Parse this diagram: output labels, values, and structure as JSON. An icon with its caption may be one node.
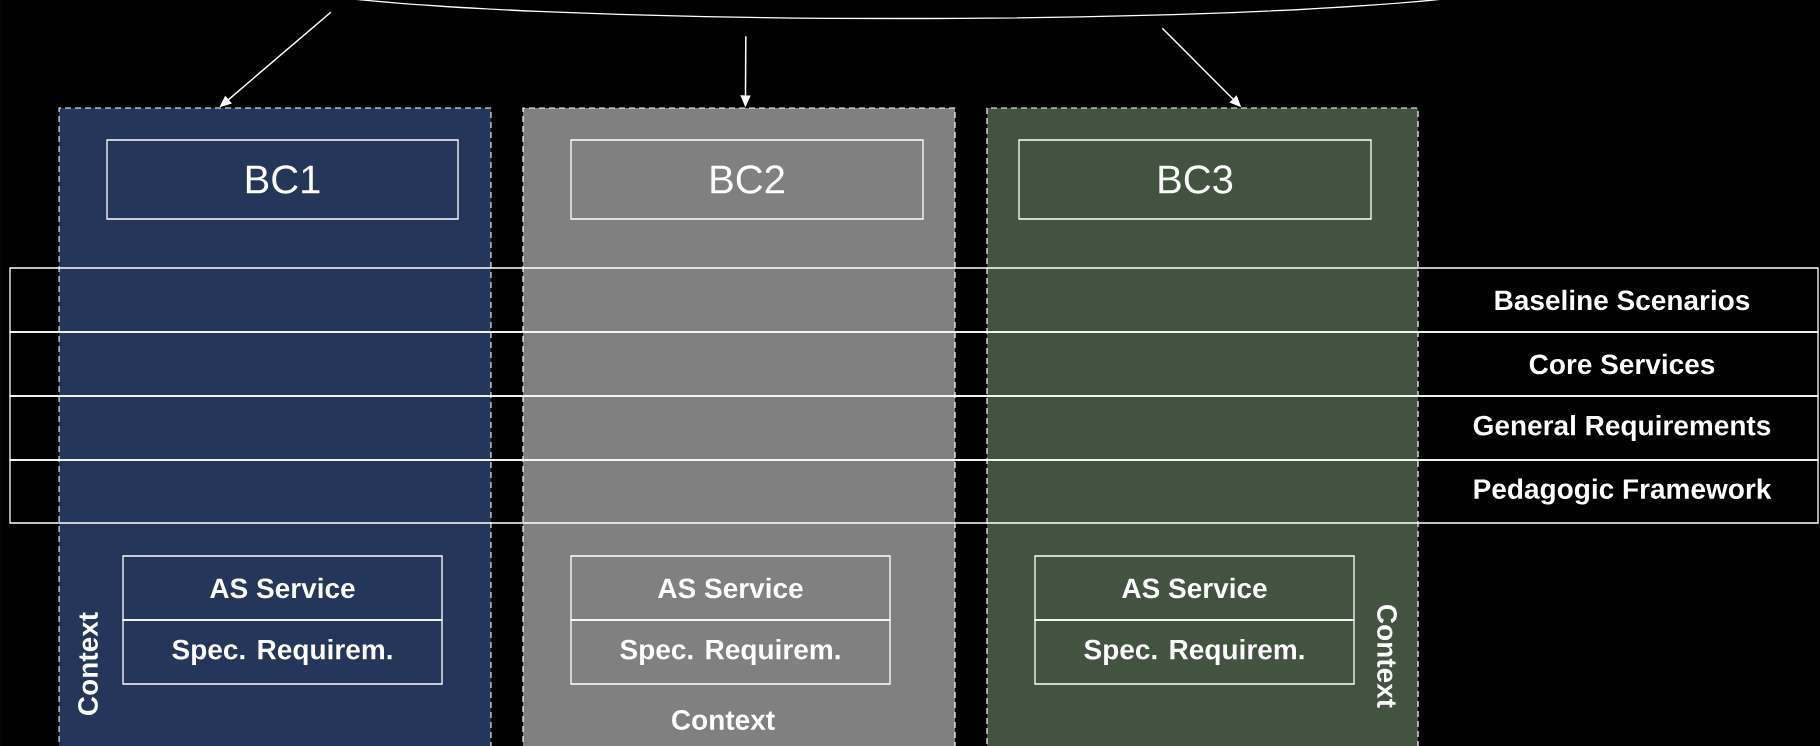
{
  "diagram": {
    "nodes": [
      {
        "text": [],
        "shape": "arc"
      },
      {
        "text": [
          "Context"
        ]
      },
      {
        "text": [
          "BC1"
        ],
        "in": 1
      },
      {
        "text": [
          "AS Service"
        ],
        "in": 1
      },
      {
        "text": [
          "Spec. Requirem."
        ],
        "in": 1
      },
      {
        "text": [
          "Context"
        ]
      },
      {
        "text": [
          "BC2"
        ],
        "in": 5
      },
      {
        "text": [
          "AS Service"
        ],
        "in": 5
      },
      {
        "text": [
          "Spec. Requirem."
        ],
        "in": 5
      },
      {
        "text": [
          "Context"
        ]
      },
      {
        "text": [
          "BC3"
        ],
        "in": 9
      },
      {
        "text": [
          "AS Service"
        ],
        "in": 9
      },
      {
        "text": [
          "Spec. Requirem."
        ],
        "in": 9
      },
      {
        "text": [
          "Baseline Scenarios"
        ]
      },
      {
        "text": [
          "Core Services"
        ]
      },
      {
        "text": [
          "General Requirements"
        ]
      },
      {
        "text": [
          "Pedagogic Framework"
        ]
      }
    ],
    "edges": [
      {
        "from": 0,
        "to": 1,
        "arrow": "to"
      },
      {
        "from": 0,
        "to": 5,
        "arrow": "to"
      },
      {
        "from": 0,
        "to": 9,
        "arrow": "to"
      }
    ]
  }
}
